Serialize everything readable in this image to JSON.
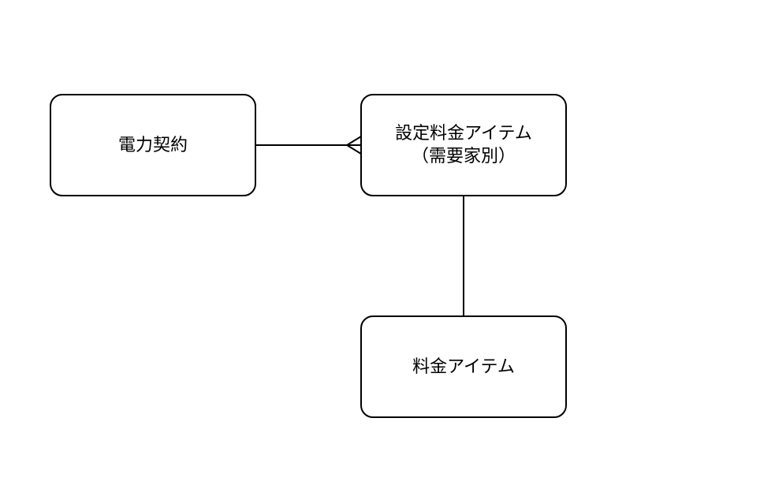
{
  "diagram": {
    "entities": [
      {
        "id": "contract",
        "lines": [
          "電力契約"
        ]
      },
      {
        "id": "setting",
        "lines": [
          "設定料金アイテム",
          "（需要家別）"
        ]
      },
      {
        "id": "item",
        "lines": [
          "料金アイテム"
        ]
      }
    ],
    "relationships": [
      {
        "from": "contract",
        "to": "setting",
        "to_cardinality": "many"
      },
      {
        "from": "setting",
        "to": "item",
        "to_cardinality": "one"
      }
    ],
    "colors": {
      "stroke": "#000000",
      "fill": "#ffffff",
      "text": "#000000"
    }
  }
}
